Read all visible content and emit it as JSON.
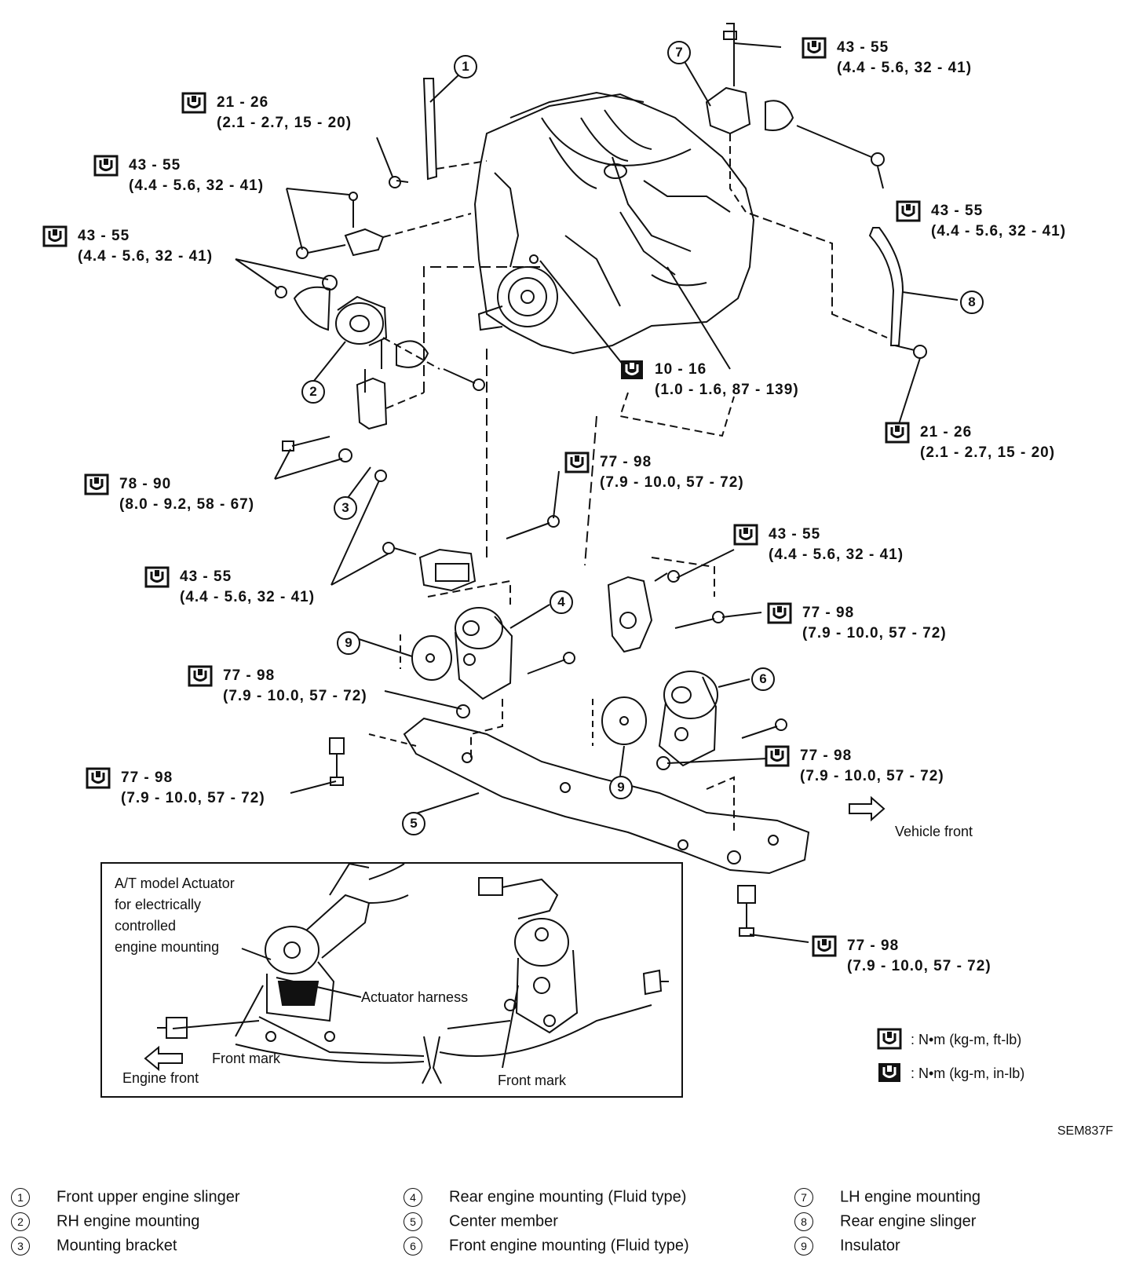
{
  "torque_specs": [
    {
      "id": "t1",
      "icon": "wrench-ftlb-icon",
      "line1": "43 - 55",
      "line2": "(4.4 - 5.6, 32 - 41)"
    },
    {
      "id": "t2",
      "icon": "wrench-ftlb-icon",
      "line1": "21 - 26",
      "line2": "(2.1 - 2.7, 15 - 20)"
    },
    {
      "id": "t3",
      "icon": "wrench-ftlb-icon",
      "line1": "43 - 55",
      "line2": "(4.4 - 5.6, 32 - 41)"
    },
    {
      "id": "t4",
      "icon": "wrench-ftlb-icon",
      "line1": "43 - 55",
      "line2": "(4.4 - 5.6, 32 - 41)"
    },
    {
      "id": "t5",
      "icon": "wrench-ftlb-icon",
      "line1": "43 - 55",
      "line2": "(4.4 - 5.6, 32 - 41)"
    },
    {
      "id": "t6",
      "icon": "wrench-inlb-icon",
      "line1": "10 - 16",
      "line2": "(1.0 - 1.6, 87 - 139)"
    },
    {
      "id": "t7",
      "icon": "wrench-ftlb-icon",
      "line1": "21 - 26",
      "line2": "(2.1 - 2.7, 15 - 20)"
    },
    {
      "id": "t8",
      "icon": "wrench-ftlb-icon",
      "line1": "78 - 90",
      "line2": "(8.0 - 9.2, 58 - 67)"
    },
    {
      "id": "t9",
      "icon": "wrench-ftlb-icon",
      "line1": "77 - 98",
      "line2": "(7.9 - 10.0, 57 - 72)"
    },
    {
      "id": "t10",
      "icon": "wrench-ftlb-icon",
      "line1": "43 - 55",
      "line2": "(4.4 - 5.6, 32 - 41)"
    },
    {
      "id": "t11",
      "icon": "wrench-ftlb-icon",
      "line1": "43 - 55",
      "line2": "(4.4 - 5.6, 32 - 41)"
    },
    {
      "id": "t12",
      "icon": "wrench-ftlb-icon",
      "line1": "77 - 98",
      "line2": "(7.9 - 10.0, 57 - 72)"
    },
    {
      "id": "t13",
      "icon": "wrench-ftlb-icon",
      "line1": "77 - 98",
      "line2": "(7.9 - 10.0, 57 - 72)"
    },
    {
      "id": "t14",
      "icon": "wrench-ftlb-icon",
      "line1": "77 - 98",
      "line2": "(7.9 - 10.0, 57 - 72)"
    },
    {
      "id": "t15",
      "icon": "wrench-ftlb-icon",
      "line1": "77 - 98",
      "line2": "(7.9 - 10.0, 57 - 72)"
    },
    {
      "id": "t16",
      "icon": "wrench-ftlb-icon",
      "line1": "77 - 98",
      "line2": "(7.9 - 10.0, 57 - 72)"
    }
  ],
  "callouts": {
    "c1": "1",
    "c2": "2",
    "c3": "3",
    "c4": "4",
    "c5": "5",
    "c6": "6",
    "c7": "7",
    "c8": "8",
    "c9a": "9",
    "c9b": "9"
  },
  "labels": {
    "vehicle_front": "Vehicle front",
    "inset_title": "A/T model Actuator\nfor electrically\ncontrolled\nengine mounting",
    "actuator_harness": "Actuator harness",
    "front_mark_left": "Front mark",
    "engine_front": "Engine front",
    "front_mark_right": "Front mark",
    "drawing_code": "SEM837F"
  },
  "units_legend": [
    {
      "icon": "wrench-ftlb-icon",
      "text": ": N•m (kg-m, ft-lb)"
    },
    {
      "icon": "wrench-inlb-icon",
      "text": ": N•m (kg-m, in-lb)"
    }
  ],
  "parts": [
    {
      "num": "1",
      "name": "Front upper engine slinger"
    },
    {
      "num": "2",
      "name": "RH engine mounting"
    },
    {
      "num": "3",
      "name": "Mounting bracket"
    },
    {
      "num": "4",
      "name": "Rear engine mounting (Fluid type)"
    },
    {
      "num": "5",
      "name": "Center member"
    },
    {
      "num": "6",
      "name": "Front engine mounting (Fluid type)"
    },
    {
      "num": "7",
      "name": "LH engine mounting"
    },
    {
      "num": "8",
      "name": "Rear engine slinger"
    },
    {
      "num": "9",
      "name": "Insulator"
    }
  ]
}
